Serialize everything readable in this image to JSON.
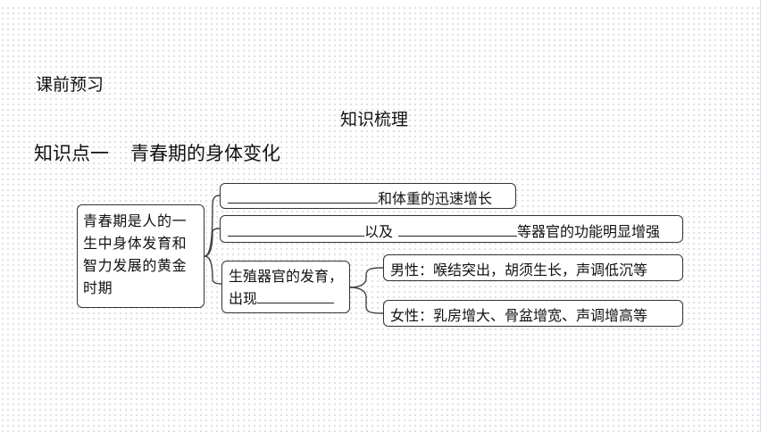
{
  "page": {
    "section_label": "课前预习",
    "title": "知识梳理",
    "point_label": "知识点一",
    "point_title": "青春期的身体变化"
  },
  "diagram": {
    "main_text": "青春期是人的一生中身体发育和智力发展的黄金时期",
    "branch1": {
      "suffix": "和体重的迅速增长"
    },
    "branch2": {
      "middle": "以及",
      "suffix": "等器官的功能明显增强"
    },
    "branch3": {
      "line1": "生殖器官的发育，",
      "line2_prefix": "出现"
    },
    "male": "男性：喉结突出，胡须生长，声调低沉等",
    "female": "女性：乳房增大、骨盆增宽、声调增高等"
  }
}
